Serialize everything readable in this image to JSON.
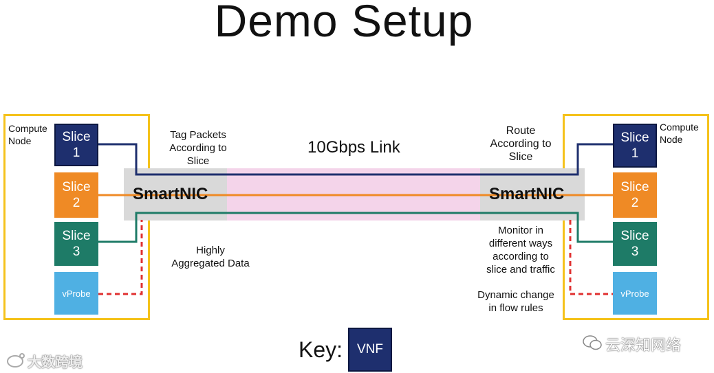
{
  "title": "Demo Setup",
  "left_node": {
    "label_line1": "Compute",
    "label_line2": "Node",
    "slices": [
      {
        "name": "Slice",
        "num": "1"
      },
      {
        "name": "Slice",
        "num": "2"
      },
      {
        "name": "Slice",
        "num": "3"
      }
    ],
    "probe": "vProbe"
  },
  "right_node": {
    "label_line1": "Compute",
    "label_line2": "Node",
    "slices": [
      {
        "name": "Slice",
        "num": "1"
      },
      {
        "name": "Slice",
        "num": "2"
      },
      {
        "name": "Slice",
        "num": "3"
      }
    ],
    "probe": "vProbe"
  },
  "smartnic_left": "SmartNIC",
  "smartnic_right": "SmartNIC",
  "link_label": "10Gbps Link",
  "notes": {
    "tag": [
      "Tag Packets",
      "According to",
      "Slice"
    ],
    "route": [
      "Route",
      "According to",
      "Slice"
    ],
    "aggregated": [
      "Highly",
      "Aggregated Data"
    ],
    "monitor": [
      "Monitor in",
      "different ways",
      "according to",
      "slice and traffic"
    ],
    "dynamic": [
      "Dynamic change",
      "in flow rules"
    ]
  },
  "key_label": "Key:",
  "key_vnf": "VNF",
  "watermark_left": "大数跨境",
  "watermark_right": "云深知网络",
  "colors": {
    "slice1": "#1e2f6e",
    "slice2": "#ef8a25",
    "slice3": "#1e7b67",
    "probe": "#4fb0e3",
    "node_border": "#f5c21b",
    "smartnic": "#d9d9d9",
    "link": "#f4d4ea",
    "probe_line": "#e03030"
  }
}
